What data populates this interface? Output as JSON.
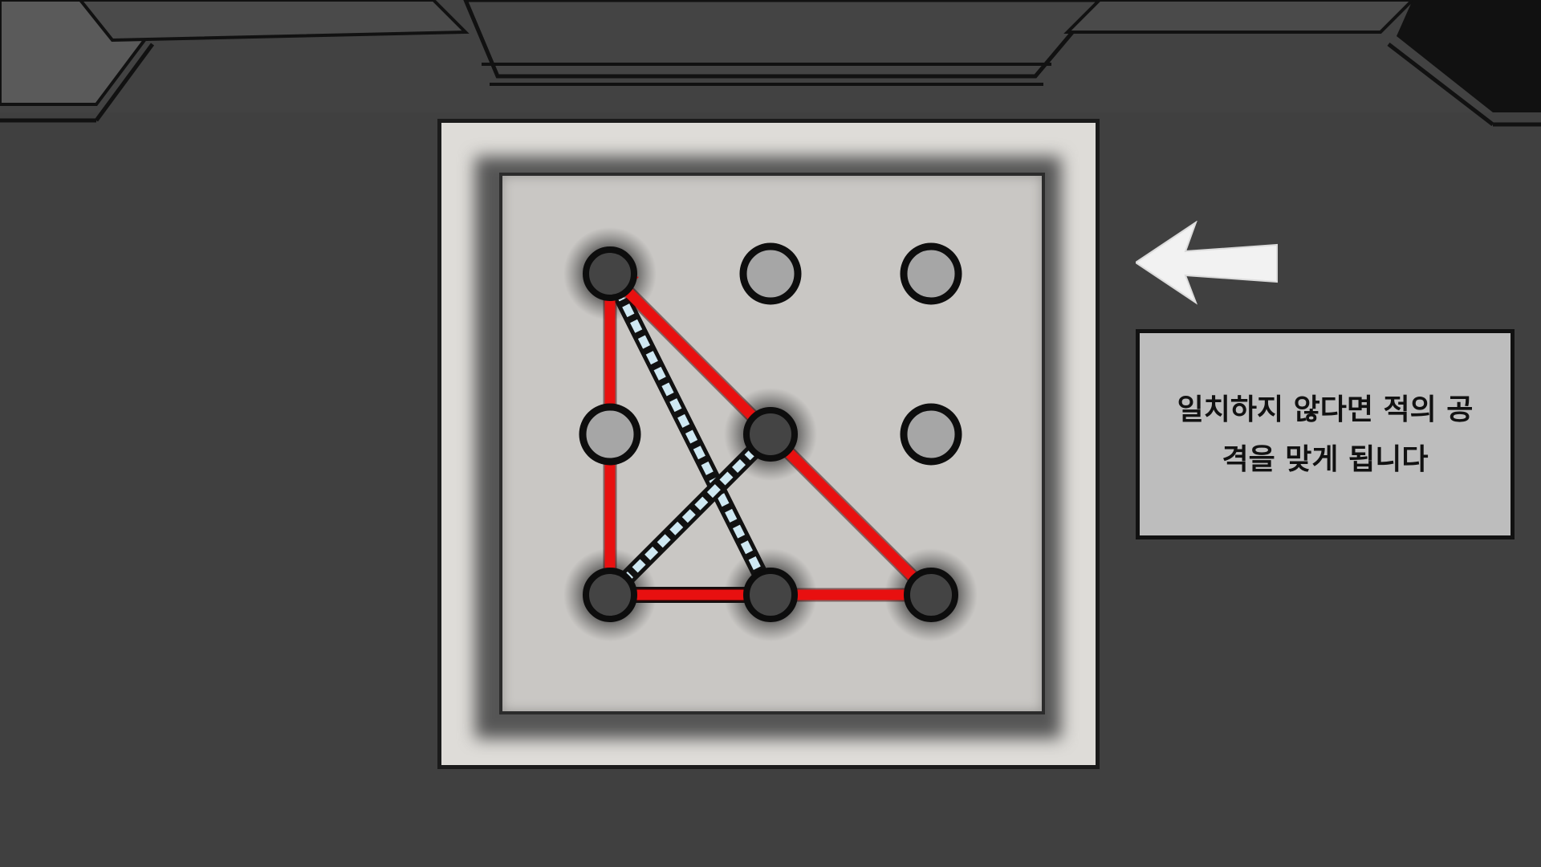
{
  "hint": {
    "text": "일치하지 않다면 적의 공격을 맞게 됩니다"
  },
  "icons": {
    "arrow": "arrow-left-icon",
    "node": "pattern-node-icon"
  },
  "pattern": {
    "grid": {
      "rows": 3,
      "cols": 3
    },
    "active_nodes": [
      1,
      5,
      7,
      8,
      9
    ],
    "target_path": [
      1,
      8,
      7,
      5
    ],
    "drawn_path": [
      1,
      9,
      7
    ]
  },
  "colors": {
    "background": "#404040",
    "board": "#dedcd8",
    "panel": "#c9c7c4",
    "drawn_line": "#e81010",
    "target_line_fill": "#cfe8f2",
    "target_line_dash": "#111111",
    "hint_box": "#bdbdbd"
  }
}
